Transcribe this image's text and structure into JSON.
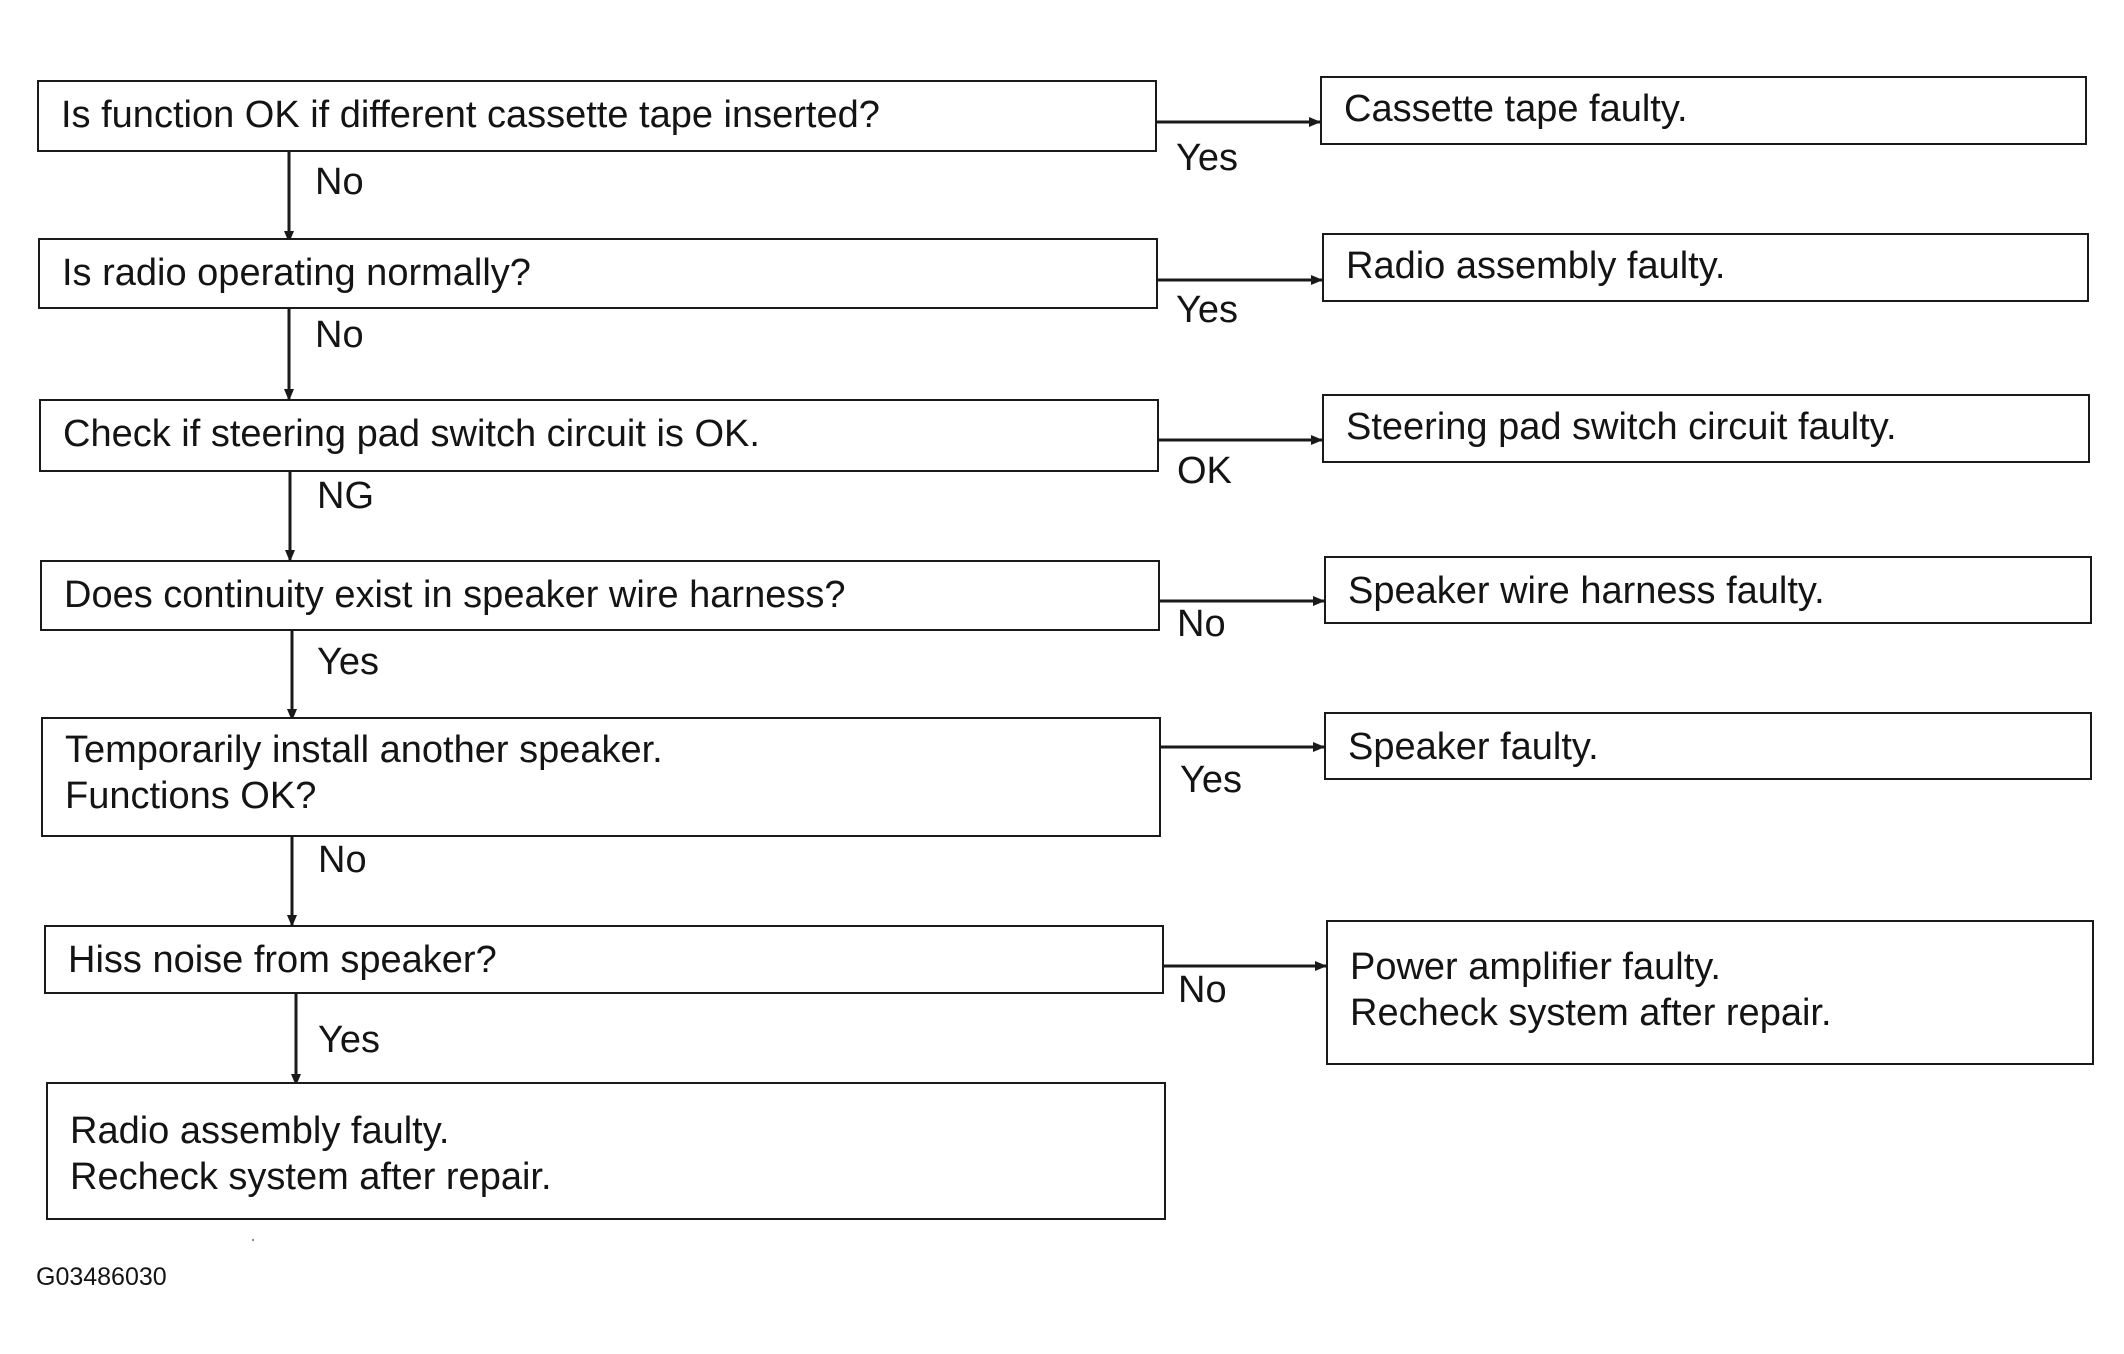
{
  "questions": [
    {
      "text": "Is function OK if different cassette tape inserted?"
    },
    {
      "text": "Is radio operating normally?"
    },
    {
      "text": "Check if steering pad switch circuit is OK."
    },
    {
      "text": "Does continuity exist in speaker wire harness?"
    },
    {
      "text": "Temporarily install another speaker.\nFunctions OK?"
    },
    {
      "text": "Hiss noise from speaker?"
    }
  ],
  "down_labels": [
    "No",
    "No",
    "NG",
    "Yes",
    "No",
    "Yes"
  ],
  "right_labels": [
    "Yes",
    "Yes",
    "OK",
    "No",
    "Yes",
    "No"
  ],
  "results": [
    {
      "text": "Cassette tape faulty."
    },
    {
      "text": "Radio assembly faulty."
    },
    {
      "text": "Steering pad switch circuit faulty."
    },
    {
      "text": "Speaker wire harness faulty."
    },
    {
      "text": "Speaker faulty."
    },
    {
      "text": "Power amplifier faulty.\nRecheck system after repair."
    }
  ],
  "final_result": {
    "text": "Radio assembly faulty.\nRecheck system after repair."
  },
  "figure_id": "G03486030"
}
